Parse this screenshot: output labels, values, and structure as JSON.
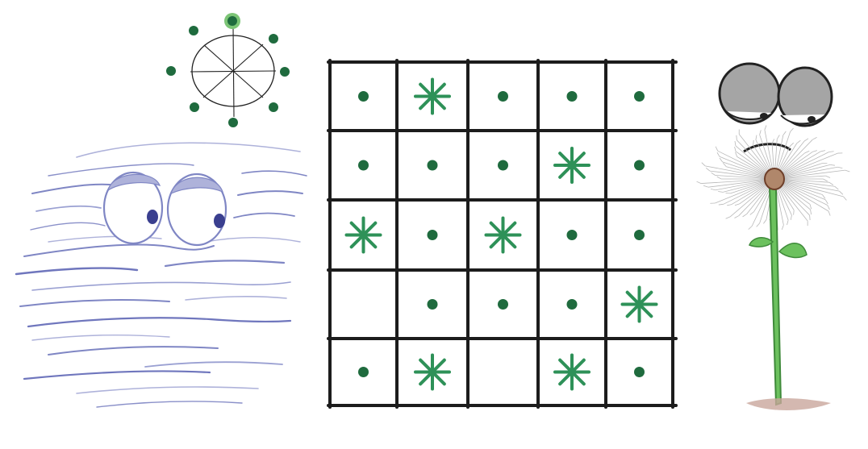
{
  "colors": {
    "ink": "#1c1c1c",
    "seed_green": "#1f6b3e",
    "sprout_green": "#2e9158",
    "active_green": "#7cc576",
    "wind_blue": "#7f86c4",
    "wind_pale": "#aeb2da",
    "stem_green": "#6cc15e",
    "stem_dark": "#3f8a3a",
    "cloud_grey": "#9a9a9a",
    "seed_head": "#b0876b",
    "soil": "#c9a69c"
  },
  "compass": {
    "directions": [
      "N",
      "NE",
      "E",
      "SE",
      "S",
      "SW",
      "W",
      "NW"
    ],
    "active_direction": "N"
  },
  "board": {
    "rows": 5,
    "cols": 5,
    "legend": {
      "dot": "seed",
      "star": "dandelion",
      "empty": "empty"
    },
    "cells": [
      [
        "dot",
        "star",
        "dot",
        "dot",
        "dot"
      ],
      [
        "dot",
        "dot",
        "dot",
        "star",
        "dot"
      ],
      [
        "star",
        "dot",
        "star",
        "dot",
        "dot"
      ],
      [
        "empty",
        "dot",
        "dot",
        "dot",
        "star"
      ],
      [
        "dot",
        "star",
        "empty",
        "star",
        "dot"
      ]
    ]
  },
  "characters": {
    "wind": {
      "icon": "wind-face-icon"
    },
    "dandelion": {
      "icon": "dandelion-face-icon"
    }
  }
}
